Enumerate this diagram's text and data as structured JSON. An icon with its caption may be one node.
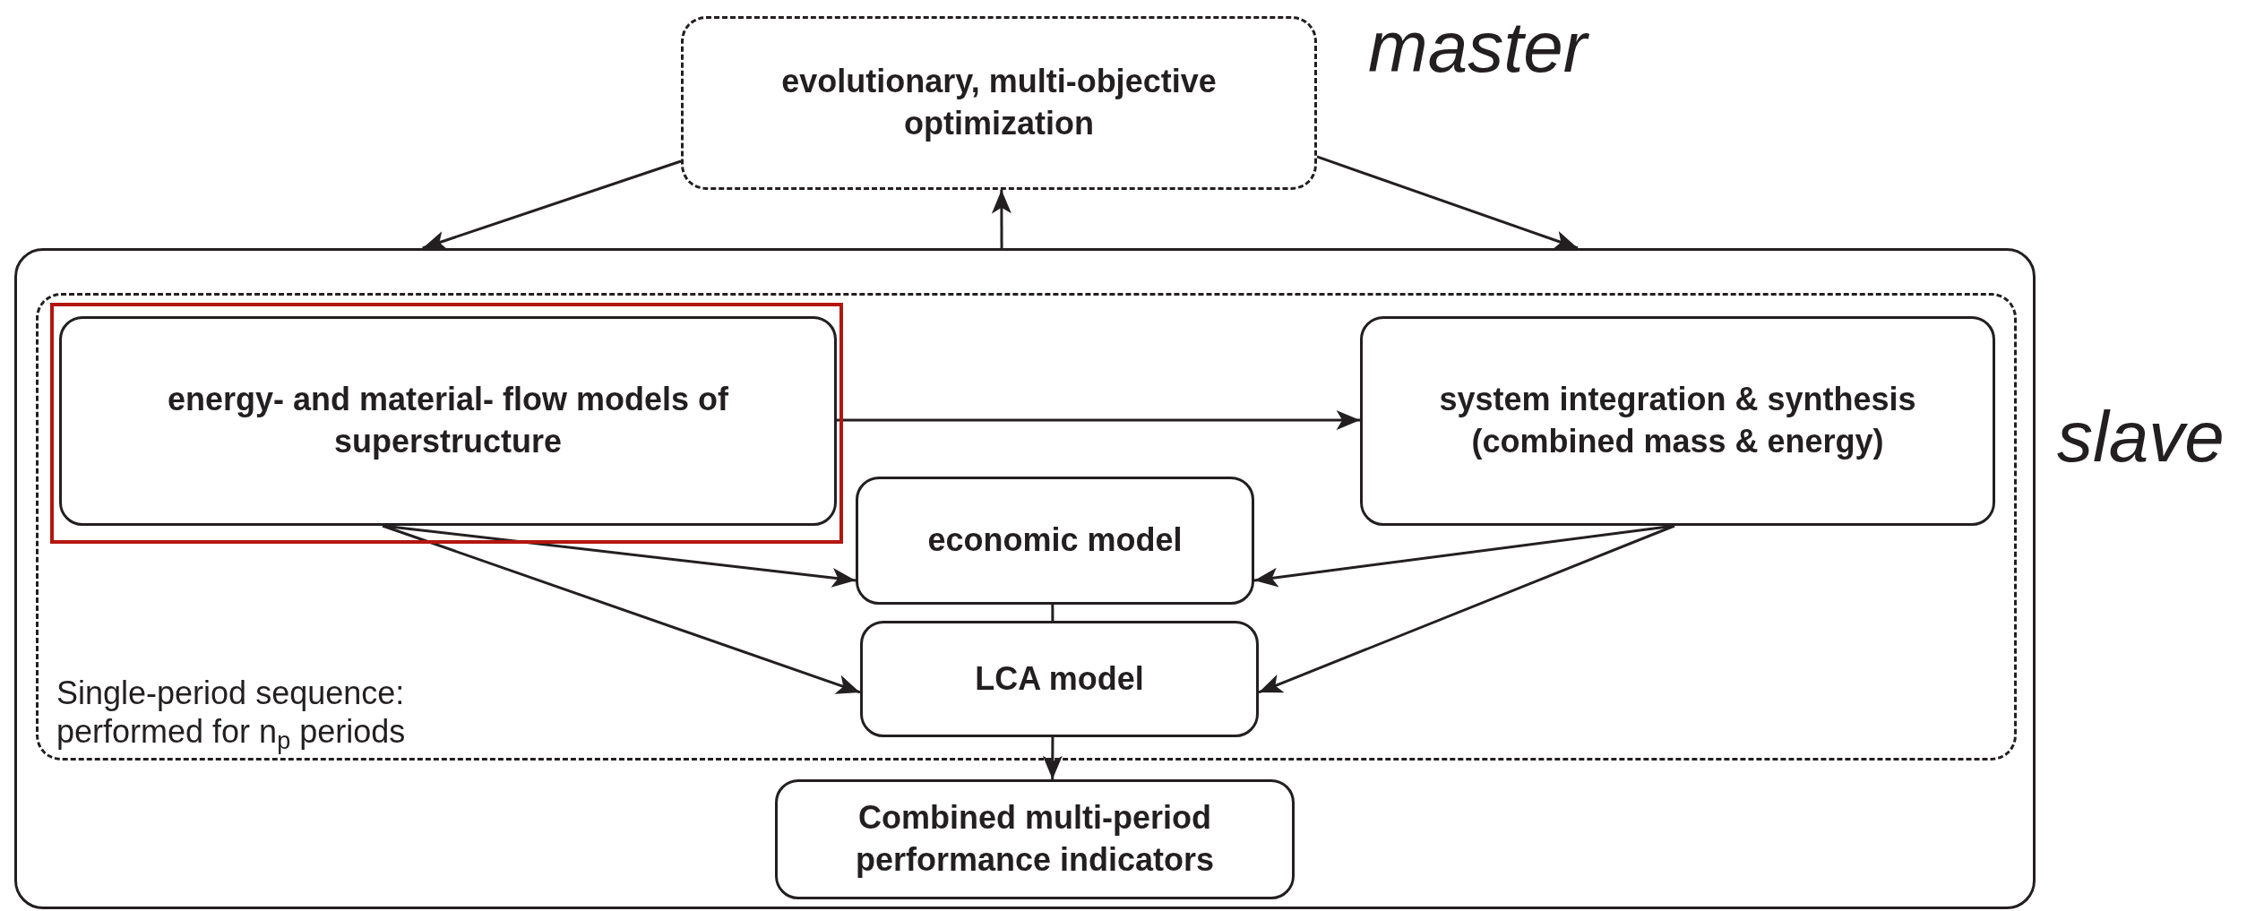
{
  "diagram": {
    "nodes": [
      {
        "text": [
          "evolutionary, multi-objective optimization"
        ],
        "beside": [
          "master"
        ]
      },
      {
        "text": [],
        "shape": "box",
        "beside": [
          "slave"
        ]
      },
      {
        "text": [
          "Single-period sequence: performed for n$_{p}$ periods"
        ],
        "in": 1
      },
      {
        "text": [],
        "shape": "box",
        "in": 2
      },
      {
        "text": [
          "energy- and material- flow models of superstructure"
        ],
        "in": 3
      },
      {
        "text": [
          "system integration & synthesis (combined mass & energy)"
        ],
        "in": 2
      },
      {
        "text": [
          "economic model"
        ],
        "in": 2
      },
      {
        "text": [
          "LCA model"
        ],
        "in": 2
      },
      {
        "text": [
          "Combined multi-period performance indicators"
        ],
        "in": 1
      }
    ],
    "edges": [
      {
        "from": 0,
        "to": 1,
        "arrow": "to"
      },
      {
        "from": 0,
        "to": 1,
        "arrow": "to"
      },
      {
        "from": 1,
        "to": 0,
        "arrow": "to"
      },
      {
        "from": 4,
        "to": 5,
        "arrow": "to"
      },
      {
        "from": 4,
        "to": 6,
        "arrow": "to"
      },
      {
        "from": 4,
        "to": 7,
        "arrow": "to"
      },
      {
        "from": 5,
        "to": 6,
        "arrow": "to"
      },
      {
        "from": 5,
        "to": 7,
        "arrow": "to"
      },
      {
        "from": 6,
        "to": 7,
        "arrow": "none"
      },
      {
        "from": 7,
        "to": 8,
        "arrow": "to"
      }
    ]
  }
}
